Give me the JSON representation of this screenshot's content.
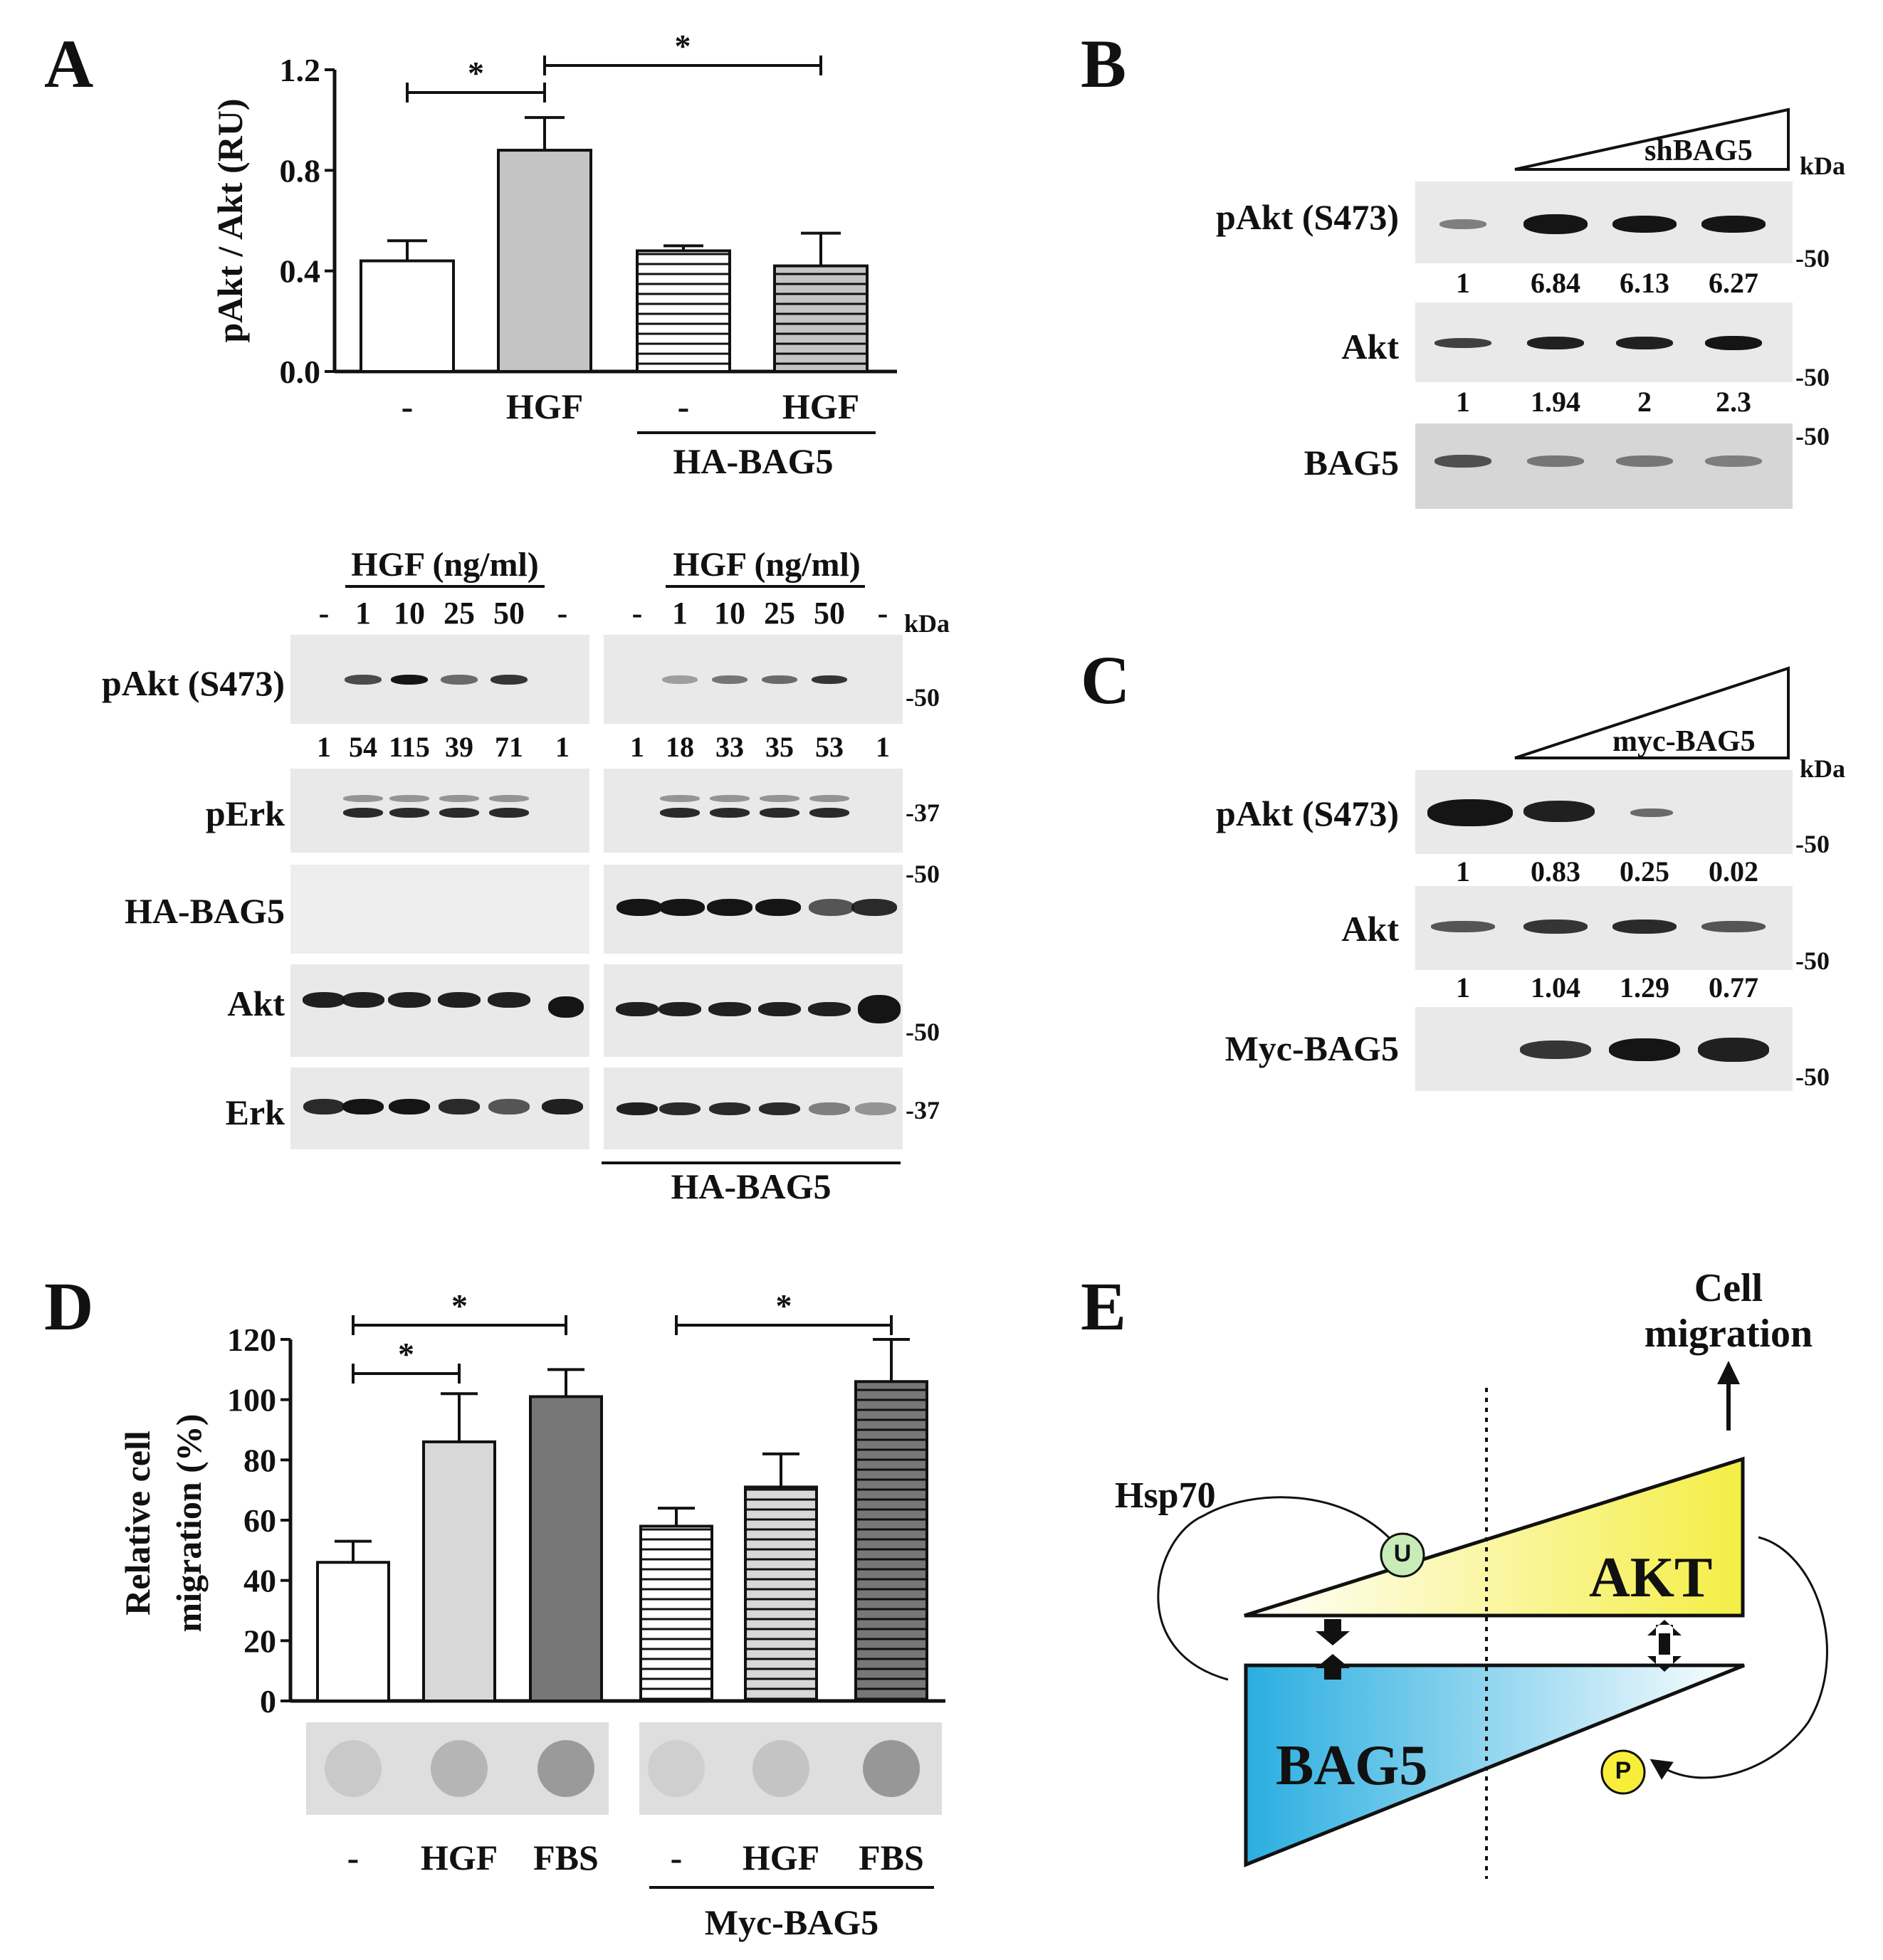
{
  "panels": {
    "a": "A",
    "b": "B",
    "c": "C",
    "d": "D",
    "e": "E"
  },
  "chart_data": [
    {
      "type": "bar",
      "panel": "A",
      "ylabel": "pAkt / Akt (RU)",
      "ylim": [
        0,
        1.2
      ],
      "yticks": [
        "0.0",
        "0.4",
        "0.8",
        "1.2"
      ],
      "categories": [
        "-",
        "HGF",
        "-",
        "HGF"
      ],
      "group_label": "HA-BAG5",
      "values": [
        0.44,
        0.88,
        0.48,
        0.42
      ],
      "errors": [
        0.08,
        0.13,
        0.02,
        0.13
      ],
      "significance": [
        "*",
        "*"
      ]
    },
    {
      "type": "bar",
      "panel": "D",
      "ylabel_line1": "Relative cell",
      "ylabel_line2": "migration (%)",
      "ylim": [
        0,
        120
      ],
      "yticks": [
        "0",
        "20",
        "40",
        "60",
        "80",
        "100",
        "120"
      ],
      "categories": [
        "-",
        "HGF",
        "FBS",
        "-",
        "HGF",
        "FBS"
      ],
      "group_label": "Myc-BAG5",
      "values": [
        46,
        86,
        101,
        58,
        71,
        106
      ],
      "errors": [
        7,
        16,
        9,
        6,
        11,
        14
      ],
      "significance": [
        "*",
        "*",
        "*"
      ]
    }
  ],
  "blotA": {
    "hgf_label": "HGF (ng/ml)",
    "doses": [
      "-",
      "1",
      "10",
      "25",
      "50",
      "-"
    ],
    "kda": "kDa",
    "rows": {
      "pakt": "pAkt (S473)",
      "perk": "pErk",
      "habag5": "HA-BAG5",
      "akt": "Akt",
      "erk": "Erk"
    },
    "markers": {
      "m50": "-50",
      "m37": "-37"
    },
    "quant_left": [
      "1",
      "54",
      "115",
      "39",
      "71",
      "1"
    ],
    "quant_right": [
      "1",
      "18",
      "33",
      "35",
      "53",
      "1"
    ],
    "group_label": "HA-BAG5"
  },
  "blotB": {
    "triangle": "shBAG5",
    "kda": "kDa",
    "rows": {
      "pakt": "pAkt (S473)",
      "akt": "Akt",
      "bag5": "BAG5"
    },
    "quant_pakt": [
      "1",
      "6.84",
      "6.13",
      "6.27"
    ],
    "quant_akt": [
      "1",
      "1.94",
      "2",
      "2.3"
    ],
    "marker": "-50"
  },
  "blotC": {
    "triangle": "myc-BAG5",
    "kda": "kDa",
    "rows": {
      "pakt": "pAkt (S473)",
      "akt": "Akt",
      "mycbag5": "Myc-BAG5"
    },
    "quant_pakt": [
      "1",
      "0.83",
      "0.25",
      "0.02"
    ],
    "quant_akt": [
      "1",
      "1.04",
      "1.29",
      "0.77"
    ],
    "marker": "-50"
  },
  "modelE": {
    "cell_line1": "Cell",
    "cell_line2": "migration",
    "hsp70": "Hsp70",
    "akt": "AKT",
    "bag5": "BAG5",
    "u": "U",
    "p": "P",
    "colors": {
      "akt": "#f4ee46",
      "bag5": "#3bb3e0",
      "u_circle": "#c8ecb8",
      "p_circle": "#f7ee3a"
    }
  }
}
